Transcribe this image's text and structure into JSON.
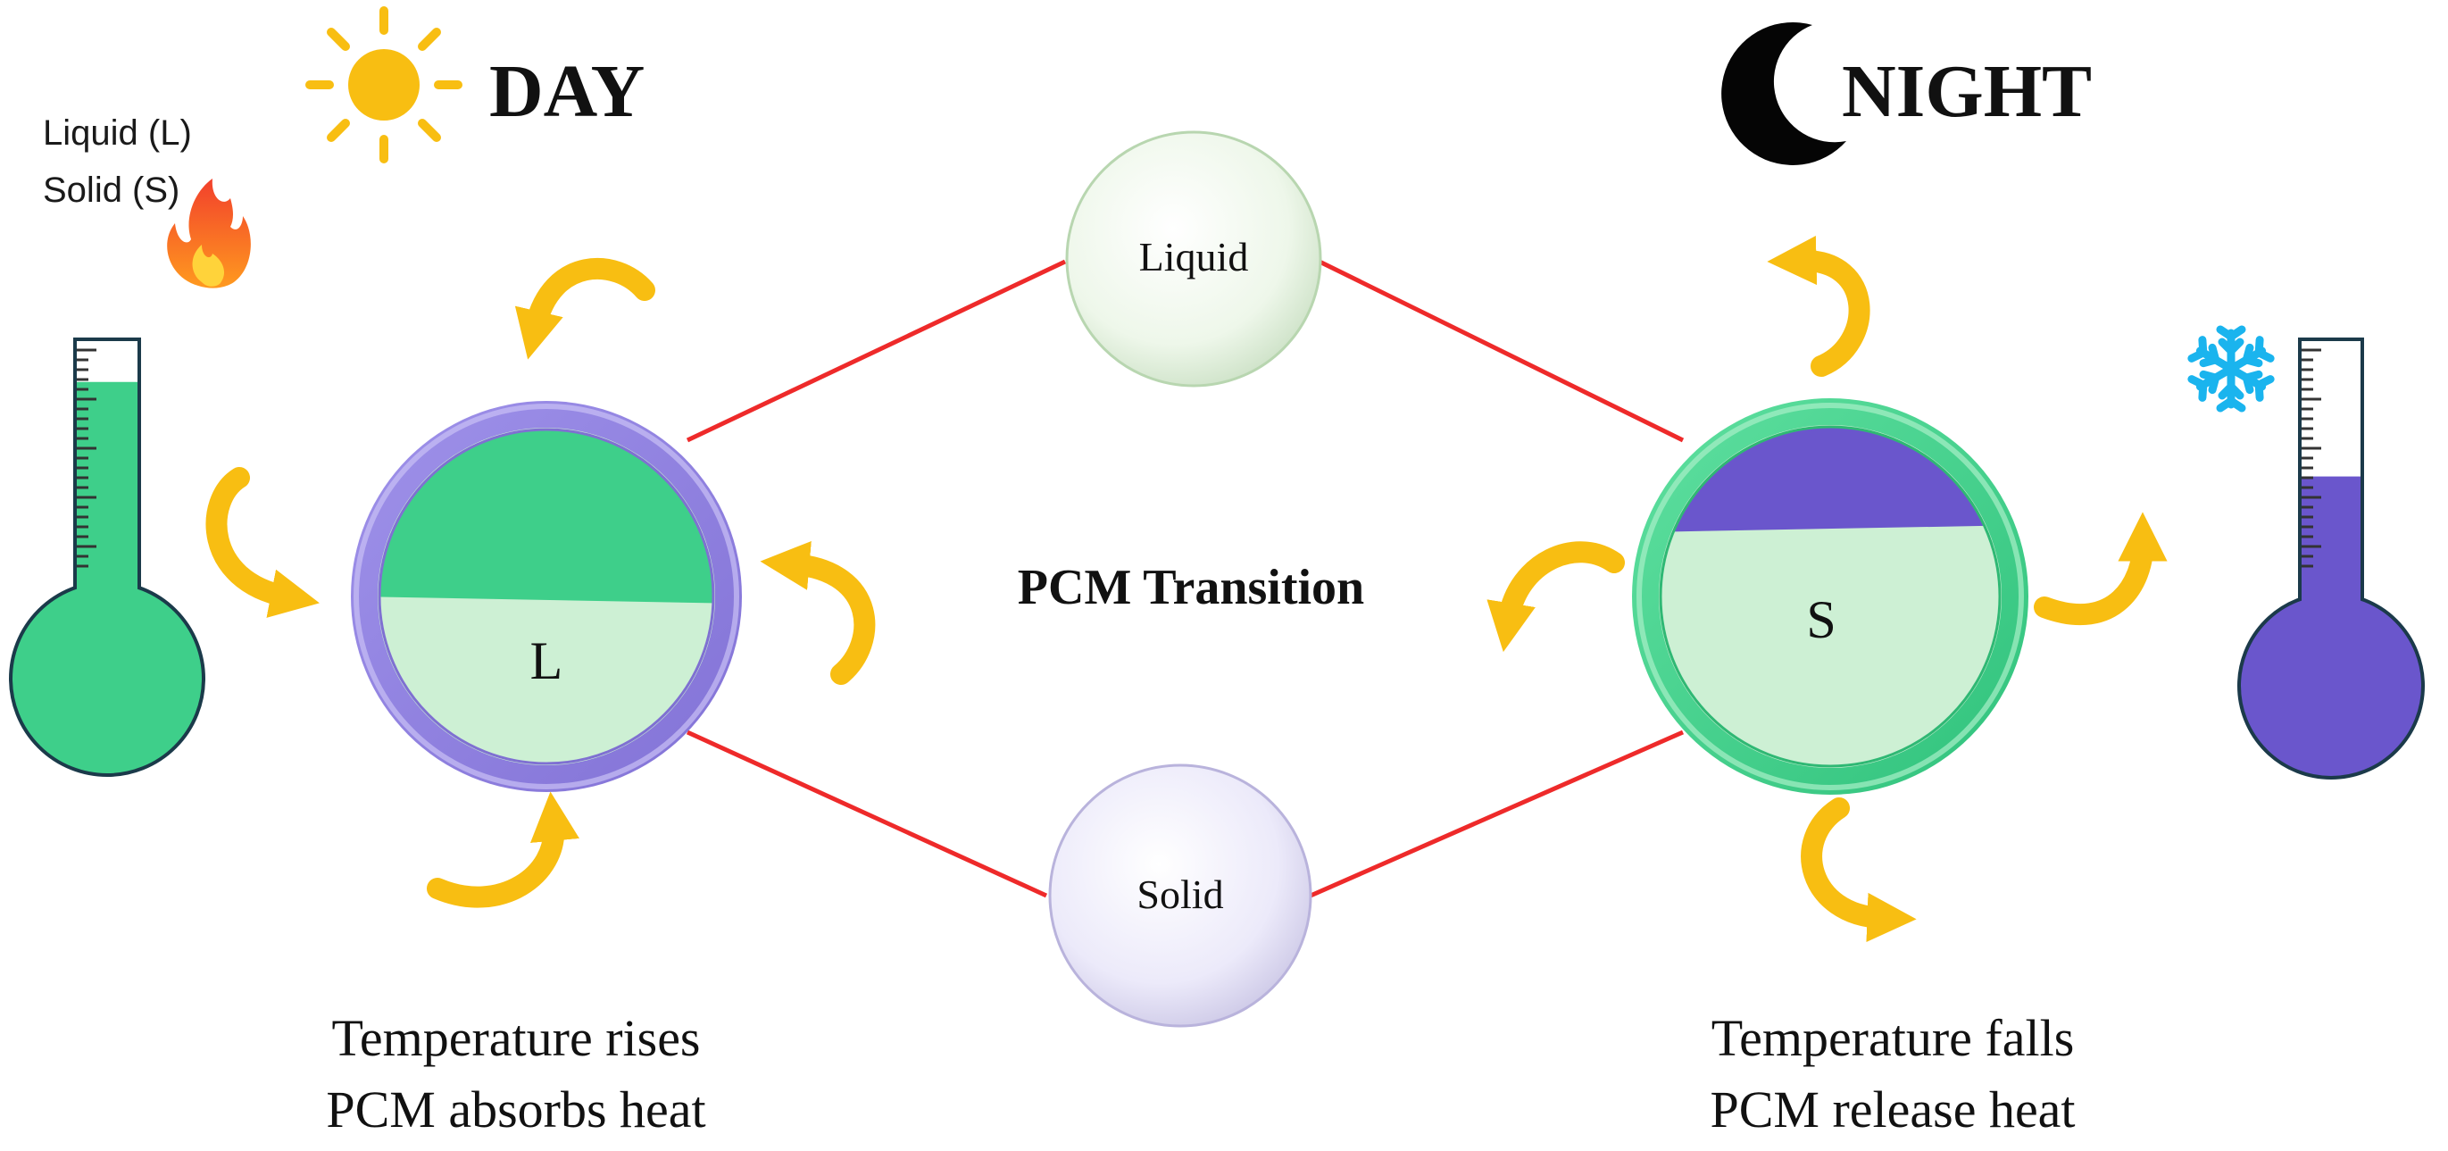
{
  "legend": {
    "liquid": "Liquid (L)",
    "solid": "Solid (S)"
  },
  "day": {
    "title": "DAY",
    "icon": "sun-icon",
    "heat_icon": "fire-icon",
    "cycle_letter": "L",
    "caption_line1": "Temperature rises",
    "caption_line2": "PCM absorbs heat",
    "thermometer_fill_fraction": 0.84
  },
  "night": {
    "title": "NIGHT",
    "icon": "crescent-moon-icon",
    "cold_icon": "snowflake-icon",
    "cycle_letter": "S",
    "caption_line1": "Temperature falls",
    "caption_line2": "PCM release heat",
    "thermometer_fill_fraction": 0.47
  },
  "center": {
    "label": "PCM Transition"
  },
  "states": {
    "top": "Liquid",
    "bottom": "Solid"
  },
  "colors": {
    "green": "#3ecf8a",
    "light_green": "#cdf0d4",
    "purple": "#6a56cc",
    "lavender": "#9585e0",
    "gold": "#f8be12",
    "line_red": "#ee2a2a",
    "ice_blue": "#1ab4ee"
  }
}
